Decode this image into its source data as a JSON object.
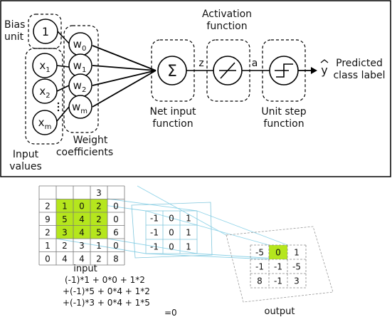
{
  "perceptron": {
    "bias_label_line1": "Bias",
    "bias_label_line2": "unit",
    "bias_node": "1",
    "inputs": [
      {
        "base": "x",
        "sub": "1"
      },
      {
        "base": "x",
        "sub": "2"
      },
      {
        "base": "x",
        "sub": "m"
      }
    ],
    "weights": [
      {
        "base": "w",
        "sub": "0"
      },
      {
        "base": "w",
        "sub": "1"
      },
      {
        "base": "w",
        "sub": "2"
      },
      {
        "base": "w",
        "sub": "m"
      }
    ],
    "input_values_line1": "Input",
    "input_values_line2": "values",
    "weight_coeff_line1": "Weight",
    "weight_coeff_line2": "coefficients",
    "sum_symbol": "Σ",
    "net_input_line1": "Net input",
    "net_input_line2": "function",
    "z_label": "z",
    "activation_line1": "Activation",
    "activation_line2": "function",
    "a_label": "a",
    "unit_step_line1": "Unit step",
    "unit_step_line2": "function",
    "y_hat": "y",
    "predicted_line1": "Predicted",
    "predicted_line2": "class label"
  },
  "convolution": {
    "input_label": "input",
    "output_label": "output",
    "input_grid": [
      [
        "",
        "",
        "",
        "3"
      ],
      [
        "2",
        "1",
        "0",
        "2",
        "0"
      ],
      [
        "9",
        "5",
        "4",
        "2",
        "0"
      ],
      [
        "2",
        "3",
        "4",
        "5",
        "6"
      ],
      [
        "1",
        "2",
        "3",
        "1",
        "0"
      ],
      [
        "0",
        "4",
        "4",
        "2",
        "8"
      ]
    ],
    "kernel": [
      [
        "-1",
        "0",
        "1"
      ],
      [
        "-1",
        "0",
        "1"
      ],
      [
        "-1",
        "0",
        "1"
      ]
    ],
    "output_grid": [
      [
        "-5",
        "0",
        "1"
      ],
      [
        "-1",
        "-1",
        "-5"
      ],
      [
        "8",
        "-1",
        "3"
      ]
    ],
    "equation_lines": [
      "(-1)*1 +  0*0 + 1*2",
      "+(-1)*5 +  0*4 + 1*2",
      "+(-1)*3 +  0*4 + 1*5",
      "=0"
    ],
    "highlight_color": "#b5e61d",
    "line_color": "#8fd3e8"
  }
}
